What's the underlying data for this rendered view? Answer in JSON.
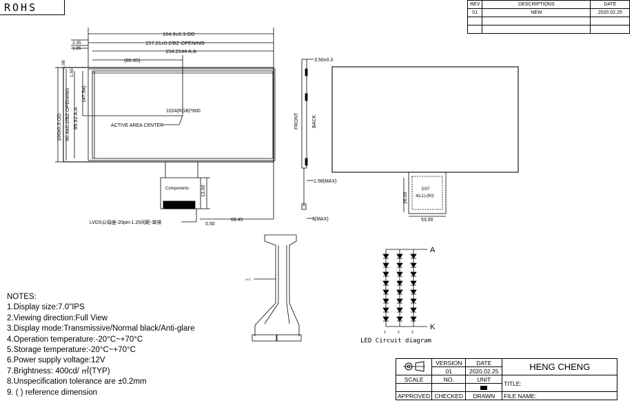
{
  "header": {
    "rohs": "ROHS",
    "revision_table": {
      "headers": [
        "REV",
        "DESCRIPTIONS",
        "DATE"
      ],
      "rows": [
        [
          "01",
          "NEW",
          "2020.02.25"
        ]
      ]
    }
  },
  "front_view": {
    "dim_od_width": "164.9±0.3 OD",
    "dim_bz_width": "157.21±0.2/BZ OPENING",
    "dim_aa_width": "154.2144 A.A",
    "dim_center_x": "(80.95)",
    "dim_left_1": "2.35",
    "dim_left_2": "1.85",
    "dim_left_3": "1.50",
    "dim_left_4": "1.08",
    "dim_od_height": "100±0.3 OD",
    "dim_bz_height": "90.4±0.2/BZ OPENING",
    "dim_aa_height": "85.92 A.A",
    "dim_center_y": "(47.54)",
    "resolution": "1024(RGB)*600",
    "active_area_center": "ACTIVE AREA CENTER",
    "components": "Components",
    "dim_fpc_height": "13.00",
    "dim_fpc_offset": "69.45",
    "dim_fpc_small": "0.50",
    "lvds_label": "LVDS公母座-20pin-1.25间距-单排"
  },
  "side_view": {
    "thickness": "3.50±0.3",
    "front_label": "FRONT",
    "back_label": "BACK",
    "fpc_max": "1.58(MAX)",
    "conn_max": "3(MAX)"
  },
  "back_view": {
    "dim_width": "53.00",
    "dim_height": "26.00",
    "fpc_text_1": "DS7",
    "fpc_text_2": "4(L1)-(60)"
  },
  "cable": {
    "label": "VCC"
  },
  "led_circuit": {
    "anode": "A",
    "cathode": "K",
    "caption": "LED Circuit diagram",
    "string_labels": [
      "1",
      "2",
      "3"
    ]
  },
  "notes": {
    "title": "NOTES:",
    "items": [
      "1.Display size:7.0\"IPS",
      "2.Viewing direction:Full View",
      "3.Display mode:Transmissive/Normal black/Anti-glare",
      "4.Operation temperature:-20°C~+70°C",
      "5.Storage temperature:-20°C~+70°C",
      "6.Power supply voltage:12V",
      "7.Brightness: 400cd/ ㎡(TYP)",
      "8.Unspecification tolerance are ±0.2mm",
      "9. ( ) reference dimension"
    ]
  },
  "title_block": {
    "version_label": "VERSION",
    "version": "01",
    "date_label": "DATE",
    "date": "2020.02.25",
    "company": "HENG CHENG",
    "scale_label": "SCALE",
    "no_label": "NO.",
    "unit_label": "UNIT",
    "title_label": "TITLE:",
    "approved_label": "APPROVED",
    "checked_label": "CHECKED",
    "drawn_label": "DRAWN",
    "file_name_label": "FILE NAME:"
  }
}
